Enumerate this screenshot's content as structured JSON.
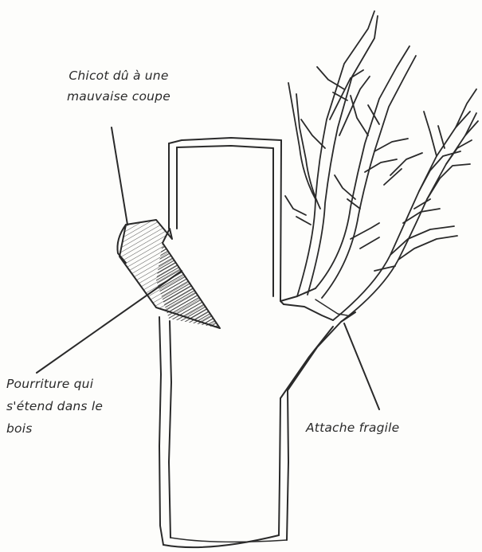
{
  "labels": {
    "stub": {
      "lines": [
        "Chicot dû à une",
        "mauvaise coupe"
      ]
    },
    "rot": {
      "lines": [
        "Pourriture qui",
        "s'étend dans le",
        "bois"
      ]
    },
    "attachment": {
      "lines": [
        "Attache fragile"
      ]
    }
  },
  "colors": {
    "ink": "#2a2a2a",
    "paper": "#fdfdfb"
  }
}
